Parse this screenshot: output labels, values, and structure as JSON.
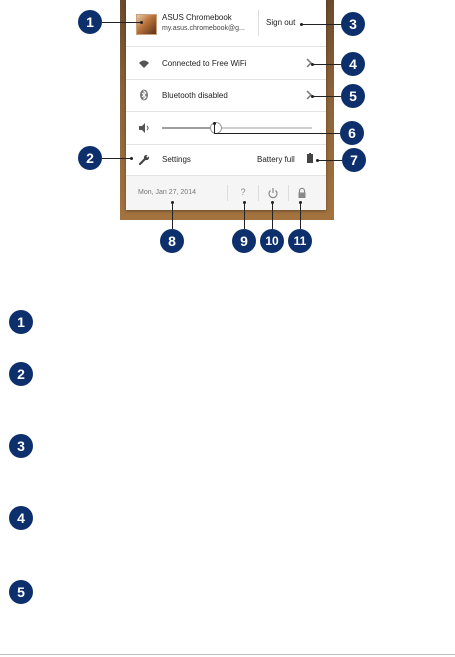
{
  "panel": {
    "account": {
      "name": "ASUS Chromebook",
      "email": "my.asus.chromebook@g...",
      "sign_out": "Sign out"
    },
    "wifi": {
      "label": "Connected to Free WiFi"
    },
    "bluetooth": {
      "label": "Bluetooth disabled"
    },
    "volume": {
      "level": 0.35
    },
    "settings": {
      "label": "Settings",
      "battery": "Battery full"
    },
    "footer": {
      "date": "Mon, Jan 27, 2014",
      "help": "?"
    }
  },
  "callouts": [
    "1",
    "2",
    "3",
    "4",
    "5",
    "6",
    "7",
    "8",
    "9",
    "10",
    "11"
  ],
  "legend": [
    "1",
    "2",
    "3",
    "4",
    "5"
  ],
  "colors": {
    "callout": "#0d2f6b"
  }
}
